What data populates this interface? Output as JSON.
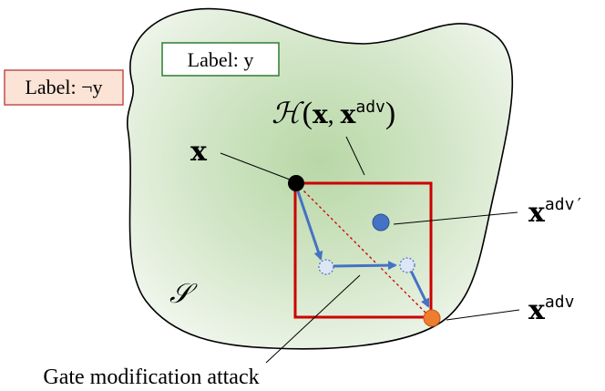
{
  "labels": {
    "label_y": "Label: y",
    "label_not_y": "Label: ¬y",
    "hull_symbol": "ℋ",
    "hull_open": "(",
    "hull_x": "x",
    "hull_comma": ", ",
    "hull_x2": "x",
    "hull_adv_sup": "adv",
    "hull_close": ")",
    "x_label": "x",
    "x_adv_prime_base": "x",
    "x_adv_prime_sup": "adv′",
    "x_adv_base": "x",
    "x_adv_sup": "adv",
    "set_label": "𝒮",
    "attack_caption": "Gate modification attack"
  },
  "colors": {
    "region_fill_center": "#b8d7a6",
    "region_fill_edge": "#eef5ea",
    "region_stroke": "#000000",
    "label_y_border": "#2e7d32",
    "label_y_fill": "#ffffff",
    "label_not_y_border": "#c0504d",
    "label_not_y_fill": "#fbe3d6",
    "box_stroke": "#cc0000",
    "path_arrow": "#4472c4",
    "dashed_node_fill": "#dde6f5",
    "adv_prime_point": "#4472c4",
    "adv_point": "#ed7d31",
    "x_point": "#000000"
  }
}
